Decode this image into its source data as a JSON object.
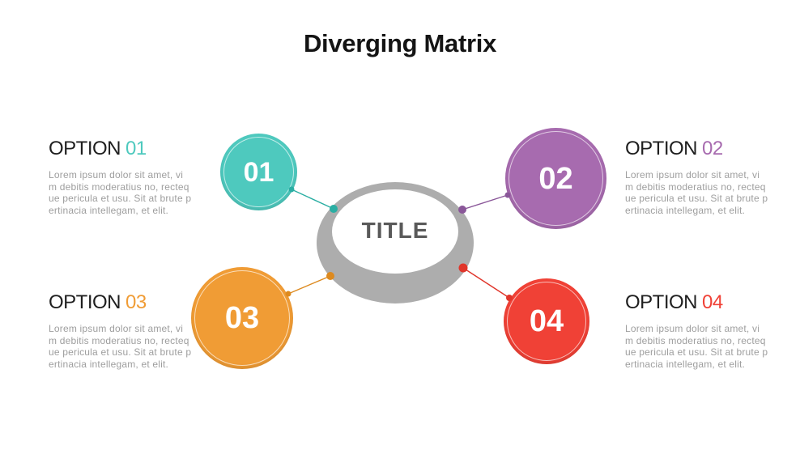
{
  "title": "Diverging Matrix",
  "center": {
    "label": "TITLE"
  },
  "colors": {
    "background": "#ffffff",
    "heading_text": "#1f1f1f",
    "body_text": "#9e9e9e",
    "ring_gray": "#adadad",
    "ring_hole": "#ffffff",
    "center_label": "#595959"
  },
  "options": [
    {
      "label": "OPTION",
      "number": "01",
      "color": "#4ec9be",
      "accent_dark": "#2aaea3",
      "description": "Lorem ipsum dolor sit amet, vi\nm debitis moderatius no, recteq\nue pericula et usu. Sit at brute p\nertinacia intellegam, et elit."
    },
    {
      "label": "OPTION",
      "number": "02",
      "color": "#a76baf",
      "accent_dark": "#8a5799",
      "description": "Lorem ipsum dolor sit amet, vi\nm debitis moderatius no, recteq\nue pericula et usu. Sit at brute p\nertinacia intellegam, et elit."
    },
    {
      "label": "OPTION",
      "number": "03",
      "color": "#f09c35",
      "accent_dark": "#dd8a1f",
      "description": "Lorem ipsum dolor sit amet, vi\nm debitis moderatius no, recteq\nue pericula et usu. Sit at brute p\nertinacia intellegam, et elit."
    },
    {
      "label": "OPTION",
      "number": "04",
      "color": "#f04136",
      "accent_dark": "#e0352a",
      "description": "Lorem ipsum dolor sit amet, vi\nm debitis moderatius no, recteq\nue pericula et usu. Sit at brute p\nertinacia intellegam, et elit."
    }
  ]
}
